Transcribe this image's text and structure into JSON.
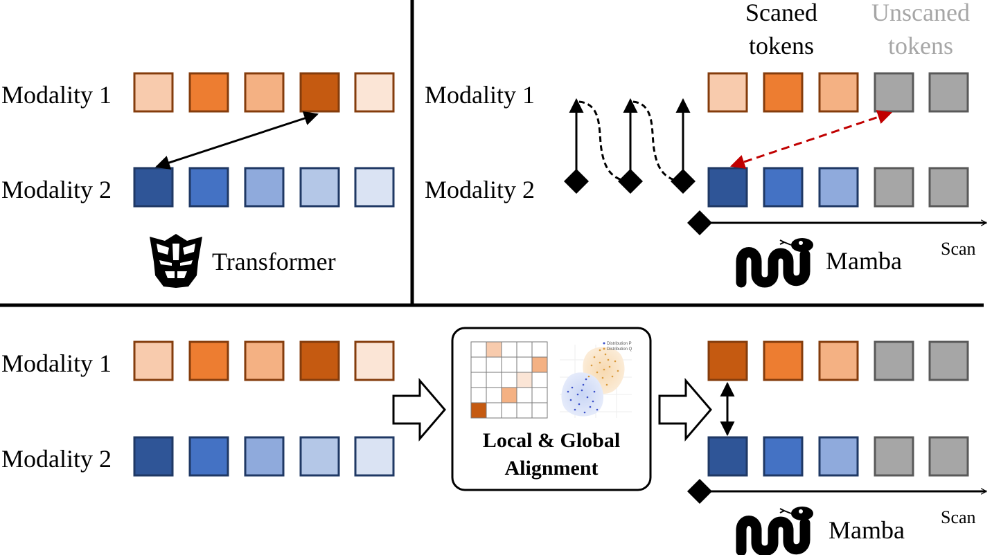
{
  "labels": {
    "modality_1": "Modality 1",
    "modality_2": "Modality 2",
    "transformer": "Transformer",
    "mamba": "Mamba",
    "scan": "Scan",
    "scanned_line1": "Scaned",
    "scanned_line2": "tokens",
    "unscanned_line1": "Unscaned",
    "unscanned_line2": "tokens",
    "alignment_line1": "Local & Global",
    "alignment_line2": "Alignment",
    "legend_p": "Distribution P",
    "legend_q": "Distribution Q"
  },
  "colors": {
    "orange_1": "#F8CBAD",
    "orange_2": "#ED7D31",
    "orange_3": "#F4B183",
    "orange_4": "#C55A11",
    "orange_5": "#FBE5D6",
    "orange_border": "#843C0C",
    "blue_1": "#2F5597",
    "blue_2": "#4472C4",
    "blue_3": "#8FAADC",
    "blue_4": "#B4C7E7",
    "blue_5": "#DAE3F3",
    "blue_border": "#1F3864",
    "gray_token": "#A6A6A6",
    "gray_border": "#595959",
    "unscanned_text": "#A6A6A6",
    "red_arrow": "#C00000"
  },
  "icons": {
    "transformer_logo": "autobot-mask-icon",
    "mamba_logo": "snake-icon",
    "flow_arrow": "hollow-right-arrow-icon"
  }
}
